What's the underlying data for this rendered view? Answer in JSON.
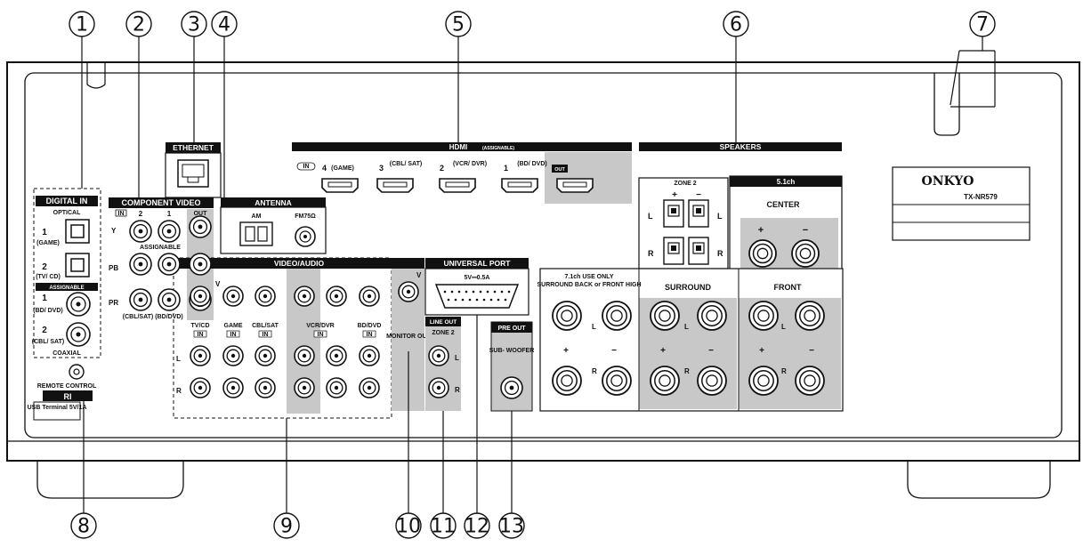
{
  "callouts": [
    "1",
    "2",
    "3",
    "4",
    "5",
    "6",
    "7",
    "8",
    "9",
    "10",
    "11",
    "12",
    "13"
  ],
  "digital_in": {
    "title": "DIGITAL IN",
    "optical": "OPTICAL",
    "opt1_num": "1",
    "opt1_label": "(GAME)",
    "opt2_num": "2",
    "opt2_label": "(TV/ CD)",
    "assignable": "ASSIGNABLE",
    "coax1_num": "1",
    "coax1_label": "(BD/ DVD)",
    "coax2_num": "2",
    "coax2_label": "(CBL/ SAT)",
    "coaxial": "COAXIAL"
  },
  "remote": {
    "label": "REMOTE CONTROL",
    "ri": "RI",
    "usb": "USB Terminal 5V/1A"
  },
  "component": {
    "title": "COMPONENT VIDEO",
    "in": "IN",
    "in2": "2",
    "in1": "1",
    "out": "OUT",
    "assignable": "ASSIGNABLE",
    "y": "Y",
    "pb": "PB",
    "pr": "PR",
    "cbl": "(CBL/SAT)",
    "bd": "(BD/DVD)"
  },
  "ethernet": {
    "title": "ETHERNET"
  },
  "antenna": {
    "title": "ANTENNA",
    "am": "AM",
    "fm": "FM75Ω"
  },
  "hdmi": {
    "title": "HDMI",
    "sub": "(ASSIGNABLE)",
    "in": "IN",
    "out": "OUT",
    "ports": [
      {
        "num": "4",
        "label": "(GAME)"
      },
      {
        "num": "3",
        "label": "(CBL/ SAT)"
      },
      {
        "num": "2",
        "label": "(VCR/ DVR)"
      },
      {
        "num": "1",
        "label": "(BD/ DVD)"
      }
    ]
  },
  "video_audio": {
    "title": "VIDEO/AUDIO",
    "v": "V",
    "l": "L",
    "r": "R",
    "inputs": [
      "TV/CD",
      "GAME",
      "CBL/SAT",
      "VCR/DVR",
      "BD/DVD"
    ],
    "in": "IN",
    "out": "OUT",
    "monitor_out": "MONITOR OUT"
  },
  "universal_port": {
    "title": "UNIVERSAL PORT",
    "sub": "5V⎓0.5A"
  },
  "line_out": {
    "title": "LINE OUT",
    "zone": "ZONE 2",
    "l": "L",
    "r": "R"
  },
  "pre_out": {
    "title": "PRE OUT",
    "sub": "SUB- WOOFER"
  },
  "speakers": {
    "title": "SPEAKERS",
    "zone2": "ZONE 2",
    "ch51": "5.1ch",
    "center": "CENTER",
    "ch71": "7.1ch USE ONLY",
    "sb": "SURROUND BACK or FRONT HIGH",
    "surround": "SURROUND",
    "front": "FRONT",
    "plus": "+",
    "minus": "−",
    "l": "L",
    "r": "R"
  },
  "brand": {
    "name": "ONKYO",
    "model": "TX-NR579"
  }
}
